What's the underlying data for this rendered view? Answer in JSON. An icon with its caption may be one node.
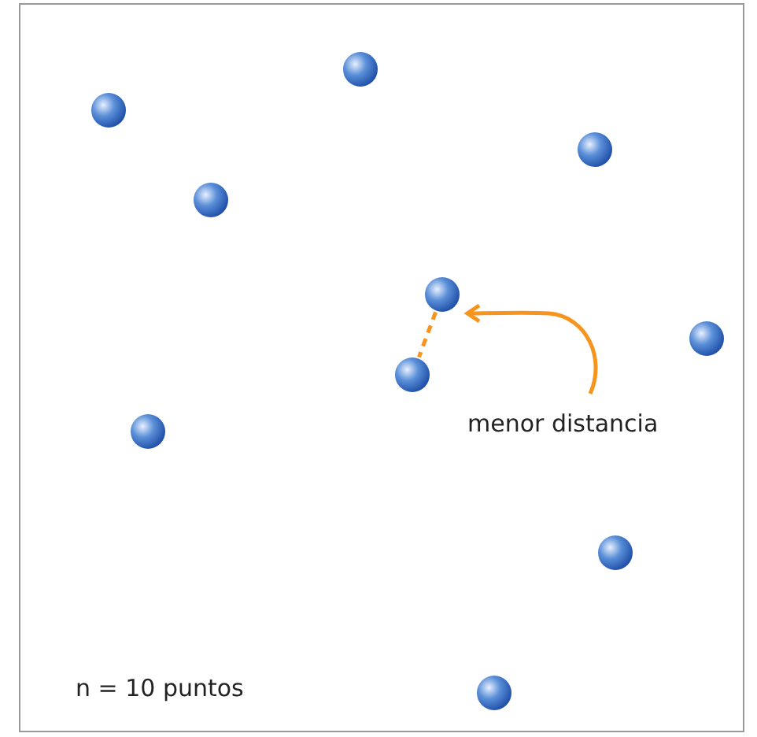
{
  "diagram": {
    "nodes": [
      {
        "text": [],
        "shape": "circle"
      },
      {
        "text": [],
        "shape": "circle"
      },
      {
        "text": [],
        "shape": "circle"
      },
      {
        "text": [],
        "shape": "circle"
      },
      {
        "text": [],
        "shape": "circle"
      },
      {
        "text": [],
        "shape": "circle"
      },
      {
        "text": [],
        "shape": "circle"
      },
      {
        "text": [],
        "shape": "circle"
      },
      {
        "text": [],
        "shape": "circle"
      },
      {
        "text": [],
        "shape": "circle"
      },
      {
        "text": [
          "menor distancia"
        ]
      }
    ],
    "edges": [
      {
        "from": 4,
        "to": 6,
        "arrow": "none",
        "style": "dashed",
        "color": "#f7941d"
      },
      {
        "from": 10,
        "to": 4,
        "arrow": "to",
        "color": "#f7941d"
      }
    ],
    "labels": [
      "n = 10 puntos"
    ]
  }
}
